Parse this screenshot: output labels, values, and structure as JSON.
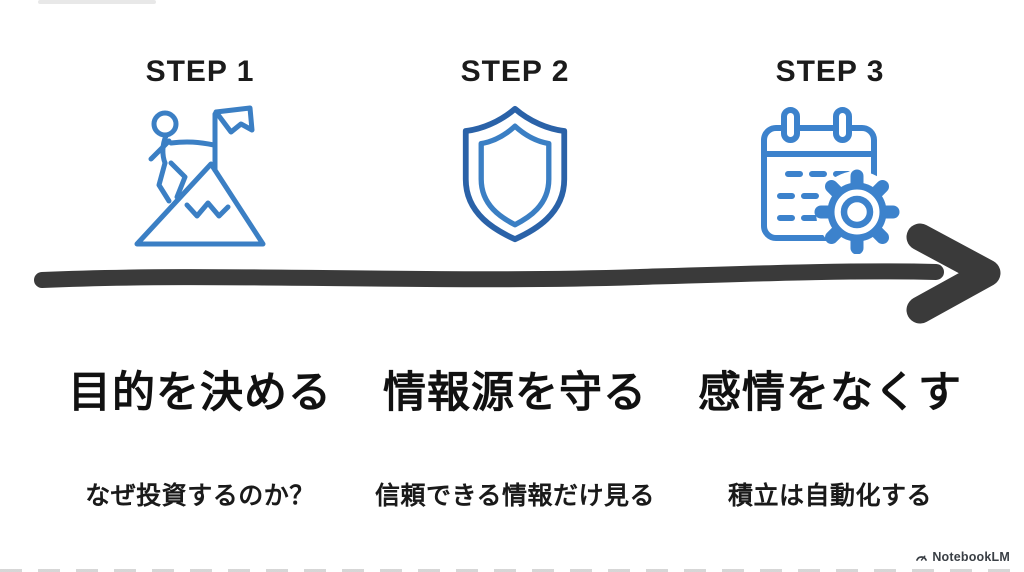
{
  "steps": [
    {
      "label": "STEP 1",
      "icon": "mountain-flag-icon",
      "heading": "目的を決める",
      "subtitle": "なぜ投資するのか？"
    },
    {
      "label": "STEP 2",
      "icon": "shield-icon",
      "heading": "情報源を守る",
      "subtitle": "信頼できる情報だけ見る"
    },
    {
      "label": "STEP 3",
      "icon": "calendar-gear-icon",
      "heading": "感情をなくす",
      "subtitle": "積立は自動化する"
    }
  ],
  "watermark": {
    "label": "NotebookLM"
  },
  "colors": {
    "icon_blue": "#3b7fc4",
    "icon_blue_dark": "#2a62a8",
    "arrow": "#3a3a3a",
    "text": "#111111",
    "watermark_text": "#3a3f45",
    "background": "#ffffff"
  }
}
